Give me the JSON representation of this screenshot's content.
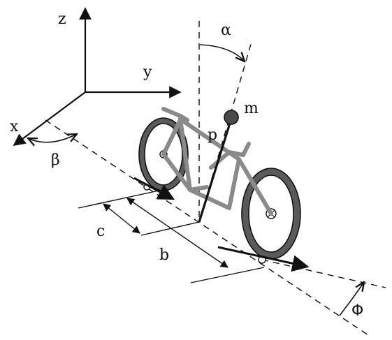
{
  "diagram": {
    "labels": {
      "axis_z": "z",
      "axis_y": "y",
      "axis_x": "x",
      "angle_beta": "β",
      "angle_alpha": "α",
      "angle_phi": "Φ",
      "mass": "m",
      "length_p": "p",
      "dim_c": "c",
      "dim_b": "b"
    },
    "colors": {
      "ink": "#111111",
      "frame": "#8a8a8a",
      "tire": "#5a5a5a",
      "mass_fill": "#4a4a4a",
      "background": "#ffffff"
    }
  }
}
